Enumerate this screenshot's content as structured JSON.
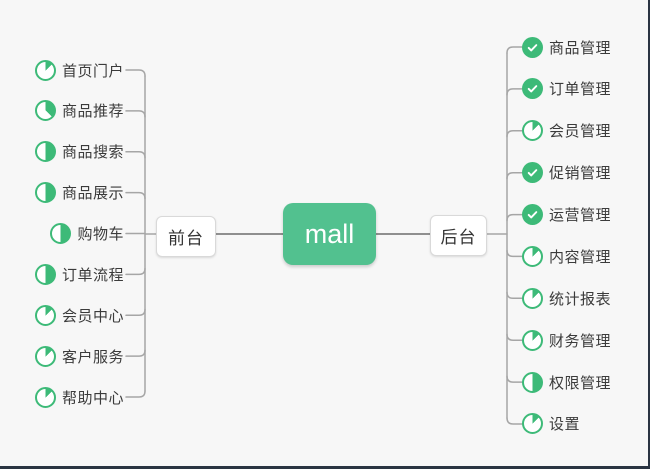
{
  "colors": {
    "background": "#f7f7f7",
    "green": "#3dba78",
    "node_green": "#52c18f",
    "line": "#a6a6a6",
    "main_line": "#8f8f8f",
    "text": "#3b3b3b",
    "node_border": "#d9d9d9",
    "edge_border": "#2a3442"
  },
  "root": {
    "label": "mall"
  },
  "left_branch": {
    "label": "前台",
    "items": [
      {
        "label": "首页门户",
        "icon": "progress-pie",
        "progress": 0.125
      },
      {
        "label": "商品推荐",
        "icon": "progress-pie",
        "progress": 0.375
      },
      {
        "label": "商品搜索",
        "icon": "progress-pie",
        "progress": 0.5
      },
      {
        "label": "商品展示",
        "icon": "progress-pie",
        "progress": 0.5
      },
      {
        "label": "购物车",
        "icon": "progress-pie",
        "progress": 0.5
      },
      {
        "label": "订单流程",
        "icon": "progress-pie",
        "progress": 0.5
      },
      {
        "label": "会员中心",
        "icon": "progress-pie",
        "progress": 0.125
      },
      {
        "label": "客户服务",
        "icon": "progress-pie",
        "progress": 0.125
      },
      {
        "label": "帮助中心",
        "icon": "progress-pie",
        "progress": 0.125
      }
    ]
  },
  "right_branch": {
    "label": "后台",
    "items": [
      {
        "label": "商品管理",
        "icon": "check-circle",
        "progress": 1
      },
      {
        "label": "订单管理",
        "icon": "check-circle",
        "progress": 1
      },
      {
        "label": "会员管理",
        "icon": "progress-pie",
        "progress": 0.125
      },
      {
        "label": "促销管理",
        "icon": "check-circle",
        "progress": 1
      },
      {
        "label": "运营管理",
        "icon": "check-circle",
        "progress": 1
      },
      {
        "label": "内容管理",
        "icon": "progress-pie",
        "progress": 0.125
      },
      {
        "label": "统计报表",
        "icon": "progress-pie",
        "progress": 0.125
      },
      {
        "label": "财务管理",
        "icon": "progress-pie",
        "progress": 0.125
      },
      {
        "label": "权限管理",
        "icon": "progress-pie",
        "progress": 0.5
      },
      {
        "label": "设置",
        "icon": "progress-pie",
        "progress": 0.125
      }
    ]
  }
}
